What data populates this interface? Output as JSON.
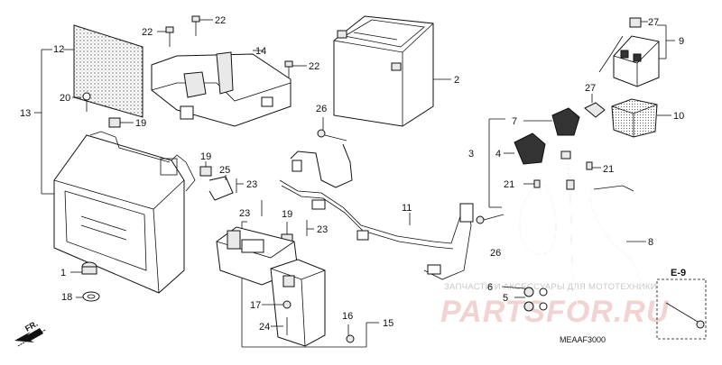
{
  "diagram": {
    "labels": {
      "n1": "1",
      "n2": "2",
      "n3": "3",
      "n4": "4",
      "n5": "5",
      "n6": "6",
      "n7": "7",
      "n8": "8",
      "n9": "9",
      "n10": "10",
      "n11": "11",
      "n12": "12",
      "n13": "13",
      "n14": "14",
      "n15": "15",
      "n16": "16",
      "n17": "17",
      "n18": "18",
      "n19a": "19",
      "n19b": "19",
      "n19c": "19",
      "n20": "20",
      "n21a": "21",
      "n21b": "21",
      "n22a": "22",
      "n22b": "22",
      "n22c": "22",
      "n23a": "23",
      "n23b": "23",
      "n23c": "23",
      "n24": "24",
      "n25": "25",
      "n26a": "26",
      "n26b": "26",
      "n27a": "27",
      "n27b": "27"
    },
    "ref_code": "E-9",
    "fr_label": "FR.",
    "drawing_code": "MEAAF3000"
  },
  "watermark": {
    "line1": "ЗАПЧАСТИ И АКСЕССУАРЫ ДЛЯ МОТОТЕХНИКИ",
    "line2": "PARTSFOR.RU"
  },
  "colors": {
    "line": "#111111",
    "watermark_red": "#f2d3d3",
    "watermark_gray": "#c8c8c8"
  }
}
